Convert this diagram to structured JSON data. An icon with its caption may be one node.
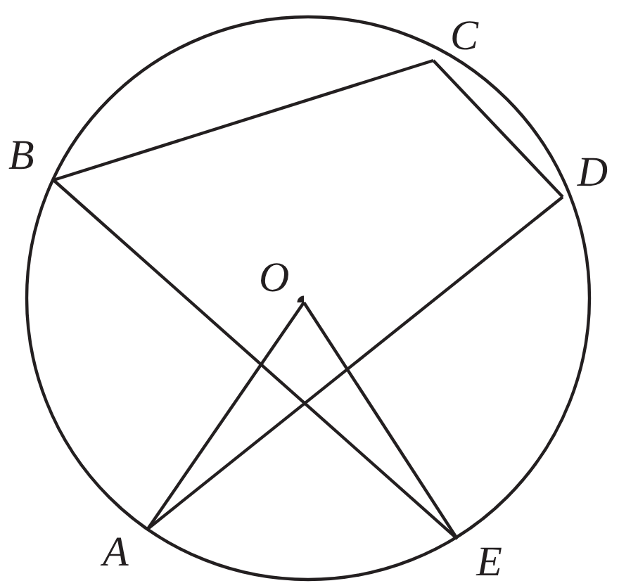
{
  "diagram": {
    "nodes": [
      {
        "text": [
          "C"
        ]
      },
      {
        "text": [
          "B"
        ]
      },
      {
        "text": [
          "D"
        ]
      },
      {
        "text": [
          "O"
        ]
      },
      {
        "text": [
          "A"
        ]
      },
      {
        "text": [
          "E"
        ]
      }
    ],
    "edges": [
      {
        "from": 1,
        "to": 0,
        "arrow": "none"
      },
      {
        "from": 0,
        "to": 2,
        "arrow": "none"
      },
      {
        "from": 2,
        "to": 4,
        "arrow": "none"
      },
      {
        "from": 1,
        "to": 5,
        "arrow": "none"
      },
      {
        "from": 3,
        "to": 4,
        "arrow": "none"
      },
      {
        "from": 3,
        "to": 5,
        "arrow": "none"
      }
    ]
  }
}
